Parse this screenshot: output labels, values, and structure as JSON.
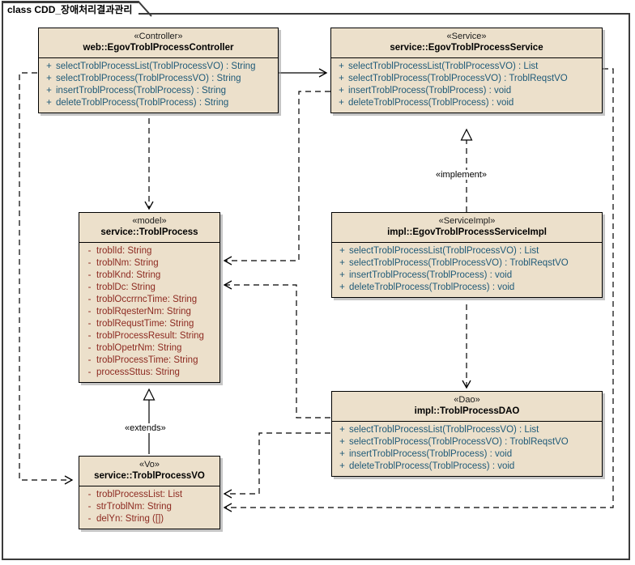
{
  "diagram": {
    "title": "class CDD_장애처리결과관리",
    "type": "uml-class-diagram",
    "colors": {
      "box_fill": "#f6ead8",
      "header_fill": "#ece0cb",
      "border": "#000000",
      "operation_text": "#1f5a78",
      "attribute_text": "#8d2a21",
      "connector": "#000000"
    }
  },
  "classes": [
    {
      "id": "controller",
      "stereotype": "«Controller»",
      "name": "web::EgovTroblProcessController",
      "members": [
        {
          "visibility": "+",
          "text": "selectTroblProcessList(TroblProcessVO) : String",
          "kind": "operation"
        },
        {
          "visibility": "+",
          "text": "selectTroblProcess(TroblProcessVO) : String",
          "kind": "operation"
        },
        {
          "visibility": "+",
          "text": "insertTroblProcess(TroblProcess) : String",
          "kind": "operation"
        },
        {
          "visibility": "+",
          "text": "deleteTroblProcess(TroblProcess) : String",
          "kind": "operation"
        }
      ]
    },
    {
      "id": "service",
      "stereotype": "«Service»",
      "name": "service::EgovTroblProcessService",
      "members": [
        {
          "visibility": "+",
          "text": "selectTroblProcessList(TroblProcessVO) : List",
          "kind": "operation"
        },
        {
          "visibility": "+",
          "text": "selectTroblProcess(TroblProcessVO) : TroblReqstVO",
          "kind": "operation"
        },
        {
          "visibility": "+",
          "text": "insertTroblProcess(TroblProcess) : void",
          "kind": "operation"
        },
        {
          "visibility": "+",
          "text": "deleteTroblProcess(TroblProcess) : void",
          "kind": "operation"
        }
      ]
    },
    {
      "id": "model",
      "stereotype": "«model»",
      "name": "service::TroblProcess",
      "members": [
        {
          "visibility": "-",
          "text": "troblId:  String",
          "kind": "attribute"
        },
        {
          "visibility": "-",
          "text": "troblNm:  String",
          "kind": "attribute"
        },
        {
          "visibility": "-",
          "text": "troblKnd:  String",
          "kind": "attribute"
        },
        {
          "visibility": "-",
          "text": "troblDc:  String",
          "kind": "attribute"
        },
        {
          "visibility": "-",
          "text": "troblOccrrncTime:  String",
          "kind": "attribute"
        },
        {
          "visibility": "-",
          "text": "troblRqesterNm:  String",
          "kind": "attribute"
        },
        {
          "visibility": "-",
          "text": "troblRequstTime:  String",
          "kind": "attribute"
        },
        {
          "visibility": "-",
          "text": "troblProcessResult:  String",
          "kind": "attribute"
        },
        {
          "visibility": "-",
          "text": "troblOpetrNm:  String",
          "kind": "attribute"
        },
        {
          "visibility": "-",
          "text": "troblProcessTime:  String",
          "kind": "attribute"
        },
        {
          "visibility": "-",
          "text": "processSttus:  String",
          "kind": "attribute"
        }
      ]
    },
    {
      "id": "serviceimpl",
      "stereotype": "«ServiceImpl»",
      "name": "impl::EgovTroblProcessServiceImpl",
      "members": [
        {
          "visibility": "+",
          "text": "selectTroblProcessList(TroblProcessVO) : List",
          "kind": "operation"
        },
        {
          "visibility": "+",
          "text": "selectTroblProcess(TroblProcessVO) : TroblReqstVO",
          "kind": "operation"
        },
        {
          "visibility": "+",
          "text": "insertTroblProcess(TroblProcess) : void",
          "kind": "operation"
        },
        {
          "visibility": "+",
          "text": "deleteTroblProcess(TroblProcess) : void",
          "kind": "operation"
        }
      ]
    },
    {
      "id": "dao",
      "stereotype": "«Dao»",
      "name": "impl::TroblProcessDAO",
      "members": [
        {
          "visibility": "+",
          "text": "selectTroblProcessList(TroblProcessVO) : List",
          "kind": "operation"
        },
        {
          "visibility": "+",
          "text": "selectTroblProcess(TroblProcessVO) : TroblReqstVO",
          "kind": "operation"
        },
        {
          "visibility": "+",
          "text": "insertTroblProcess(TroblProcess) : void",
          "kind": "operation"
        },
        {
          "visibility": "+",
          "text": "deleteTroblProcess(TroblProcess) : void",
          "kind": "operation"
        }
      ]
    },
    {
      "id": "vo",
      "stereotype": "«Vo»",
      "name": "service::TroblProcessVO",
      "members": [
        {
          "visibility": "-",
          "text": "troblProcessList:  List",
          "kind": "attribute"
        },
        {
          "visibility": "-",
          "text": "strTroblNm:  String",
          "kind": "attribute"
        },
        {
          "visibility": "-",
          "text": "delYn:  String ([])",
          "kind": "attribute"
        }
      ]
    }
  ],
  "edge_labels": {
    "implement": "«implement»",
    "extends": "«extends»"
  }
}
